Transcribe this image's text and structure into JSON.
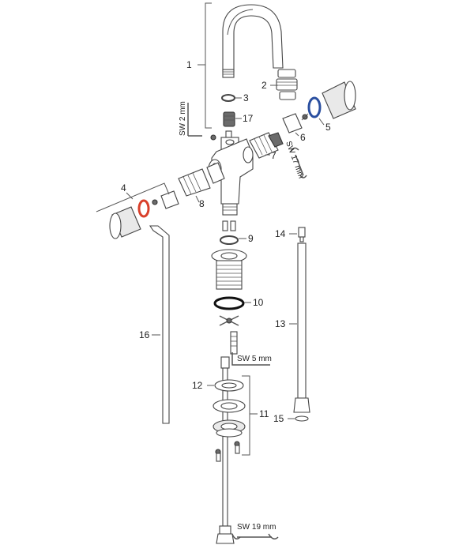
{
  "diagram": {
    "labels": {
      "p1": "1",
      "p2": "2",
      "p3": "3",
      "p4": "4",
      "p5": "5",
      "p6": "6",
      "p7": "7",
      "p8": "8",
      "p9": "9",
      "p10": "10",
      "p11": "11",
      "p12": "12",
      "p13": "13",
      "p14": "14",
      "p15": "15",
      "p16": "16",
      "p17": "17"
    },
    "tools": {
      "hex_2": "SW 2 mm",
      "wrench_17": "SW 17 mm",
      "hex_5": "SW 5 mm",
      "wrench_19": "SW 19 mm"
    },
    "colors": {
      "orange_seal": "#d9402b",
      "blue_seal": "#2a4fa0"
    }
  }
}
